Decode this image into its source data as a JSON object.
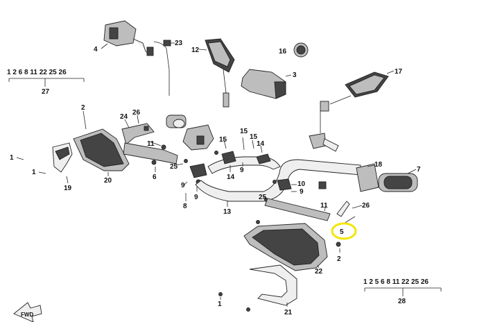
{
  "callouts": {
    "c1a": "1",
    "c1b": "1",
    "c1c": "1",
    "c2a": "2",
    "c2b": "2",
    "c3": "3",
    "c4": "4",
    "c5": "5",
    "c6": "6",
    "c7": "7",
    "c8": "8",
    "c9a": "9",
    "c9b": "9",
    "c9c": "9",
    "c10": "10",
    "c11a": "11",
    "c11b": "11",
    "c12": "12",
    "c13": "13",
    "c14a": "14",
    "c14b": "14",
    "c15a": "15",
    "c15b": "15",
    "c15c": "15",
    "c16": "16",
    "c17": "17",
    "c18": "18",
    "c19": "19",
    "c20": "20",
    "c21": "21",
    "c22": "22",
    "c23": "23",
    "c24": "24",
    "c25a": "25",
    "c25b": "25",
    "c26a": "26",
    "c26b": "26"
  },
  "kits": {
    "kit27": {
      "items": "1 2 6 8 11 22 25 26",
      "id": "27"
    },
    "kit28": {
      "items": "1 2 5 6 8 11 22 25 26",
      "id": "28"
    }
  },
  "fwd_label": "FWD",
  "highlight_color": "#f2e600"
}
